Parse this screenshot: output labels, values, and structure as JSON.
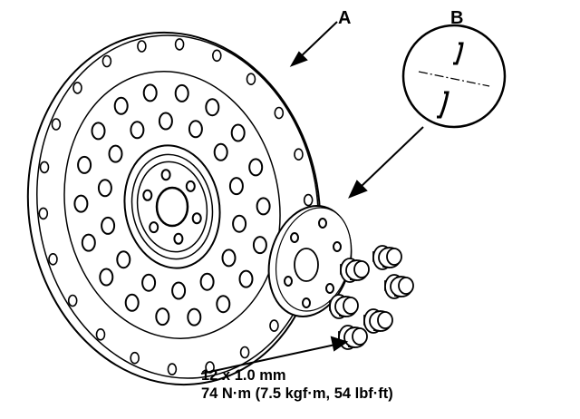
{
  "labels": {
    "callout_a": "A",
    "callout_b": "B"
  },
  "spec": {
    "thread": "12 x 1.0 mm",
    "torque": "74 N·m (7.5 kgf·m, 54 lbf·ft)"
  },
  "colors": {
    "line": "#000000",
    "background": "#ffffff"
  }
}
